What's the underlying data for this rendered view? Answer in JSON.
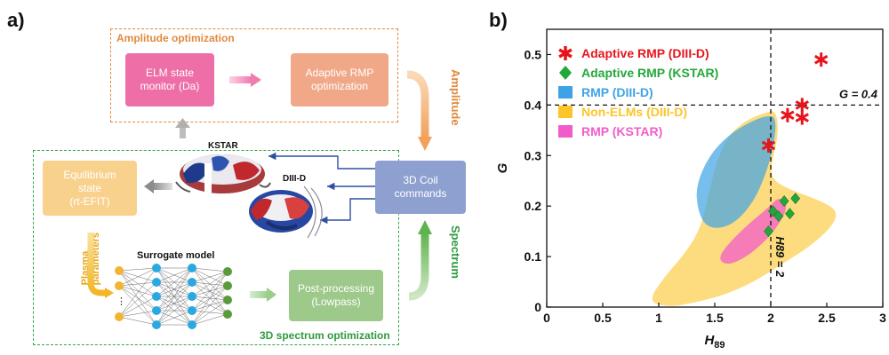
{
  "panel_a": {
    "label": "a)",
    "amplitude_box_title": "Amplitude optimization",
    "elm_monitor": "ELM state\nmonitor (Da)",
    "adaptive_rmp_opt": "Adaptive RMP\noptimization",
    "amplitude_label": "Amplitude",
    "kstar_label": "KSTAR",
    "diiid_label": "DIII-D",
    "coil_commands": "3D Coil\ncommands",
    "equilibrium": "Equilibrium\nstate\n(rt-EFIT)",
    "plasma_params": "Plasma\nparameters",
    "surrogate_title": "Surrogate model",
    "post_processing": "Post-processing\n(Lowpass)",
    "spectrum_label": "Spectrum",
    "spectrum_box_title": "3D spectrum optimization",
    "colors": {
      "amp_dash": "#e08a3c",
      "amp_text": "#e08a3c",
      "elm_box": "#ee6fa7",
      "rmp_box": "#f0a889",
      "equil_box": "#f8d18d",
      "coil_box": "#8da0cf",
      "post_box": "#9dc98a",
      "spec_dash": "#33a84a",
      "spec_text": "#2e9a3f",
      "param_text": "#e6a817"
    }
  },
  "panel_b": {
    "label": "b)",
    "chart_data": {
      "type": "scatter",
      "xlabel_main": "H",
      "xlabel_sub": "89",
      "ylabel": "G",
      "xlim": [
        0,
        3
      ],
      "ylim": [
        0,
        0.55
      ],
      "x_ticks": [
        "0",
        "0.5",
        "1",
        "1.5",
        "2",
        "2.5",
        "3"
      ],
      "y_ticks": [
        "0",
        "0.1",
        "0.2",
        "0.3",
        "0.4",
        "0.5"
      ],
      "x_tick_values": [
        0,
        0.5,
        1,
        1.5,
        2,
        2.5,
        3
      ],
      "y_tick_values": [
        0,
        0.1,
        0.2,
        0.3,
        0.4,
        0.5
      ],
      "hline": {
        "y": 0.4,
        "label": "G = 0.4"
      },
      "vline": {
        "x": 2,
        "label": "H89 = 2"
      },
      "legend": [
        {
          "name": "Adaptive RMP (DIII-D)",
          "color": "#e8141c",
          "marker": "asterisk"
        },
        {
          "name": "Adaptive RMP (KSTAR)",
          "color": "#22a83a",
          "marker": "diamond"
        },
        {
          "name": "RMP (DIII-D)",
          "color": "#3ea3e6",
          "marker": "square"
        },
        {
          "name": "Non-ELMs (DIII-D)",
          "color": "#fcc52a",
          "marker": "square"
        },
        {
          "name": "RMP (KSTAR)",
          "color": "#f25cc9",
          "marker": "square"
        }
      ],
      "series": [
        {
          "name": "Adaptive RMP (DIII-D)",
          "color": "#e8141c",
          "points": [
            [
              1.98,
              0.32
            ],
            [
              2.15,
              0.38
            ],
            [
              2.28,
              0.4
            ],
            [
              2.28,
              0.375
            ],
            [
              2.45,
              0.49
            ]
          ]
        },
        {
          "name": "Adaptive RMP (KSTAR)",
          "color": "#22a83a",
          "points": [
            [
              1.98,
              0.15
            ],
            [
              2.02,
              0.19
            ],
            [
              2.07,
              0.18
            ],
            [
              2.12,
              0.21
            ],
            [
              2.17,
              0.185
            ],
            [
              2.22,
              0.215
            ]
          ]
        }
      ],
      "regions": [
        {
          "name": "Non-ELMs (DIII-D)",
          "color": "#fcc52a",
          "opacity": 0.6,
          "outline": [
            [
              0.9,
              0.01
            ],
            [
              1.05,
              0.06
            ],
            [
              1.25,
              0.11
            ],
            [
              1.38,
              0.16
            ],
            [
              1.44,
              0.22
            ],
            [
              1.52,
              0.29
            ],
            [
              1.62,
              0.34
            ],
            [
              1.78,
              0.37
            ],
            [
              1.95,
              0.385
            ],
            [
              2.05,
              0.39
            ],
            [
              2.07,
              0.34
            ],
            [
              2.0,
              0.28
            ],
            [
              2.02,
              0.25
            ],
            [
              2.2,
              0.23
            ],
            [
              2.45,
              0.21
            ],
            [
              2.6,
              0.19
            ],
            [
              2.55,
              0.16
            ],
            [
              2.35,
              0.12
            ],
            [
              2.1,
              0.085
            ],
            [
              1.85,
              0.05
            ],
            [
              1.6,
              0.025
            ],
            [
              1.35,
              0.01
            ],
            [
              1.1,
              0.0
            ]
          ]
        },
        {
          "name": "RMP (DIII-D)",
          "color": "#3ea3e6",
          "opacity": 0.7,
          "outline": [
            [
              1.35,
              0.19
            ],
            [
              1.33,
              0.24
            ],
            [
              1.45,
              0.3
            ],
            [
              1.62,
              0.34
            ],
            [
              1.8,
              0.365
            ],
            [
              1.97,
              0.38
            ],
            [
              2.05,
              0.375
            ],
            [
              2.03,
              0.32
            ],
            [
              1.95,
              0.26
            ],
            [
              1.85,
              0.21
            ],
            [
              1.7,
              0.17
            ],
            [
              1.55,
              0.155
            ],
            [
              1.42,
              0.16
            ]
          ]
        },
        {
          "name": "RMP (KSTAR)",
          "color": "#f25cc9",
          "opacity": 0.75,
          "outline": [
            [
              1.52,
              0.1
            ],
            [
              1.75,
              0.155
            ],
            [
              1.97,
              0.195
            ],
            [
              2.08,
              0.22
            ],
            [
              2.16,
              0.2
            ],
            [
              2.05,
              0.155
            ],
            [
              1.9,
              0.12
            ],
            [
              1.75,
              0.095
            ],
            [
              1.6,
              0.082
            ]
          ]
        }
      ]
    }
  }
}
